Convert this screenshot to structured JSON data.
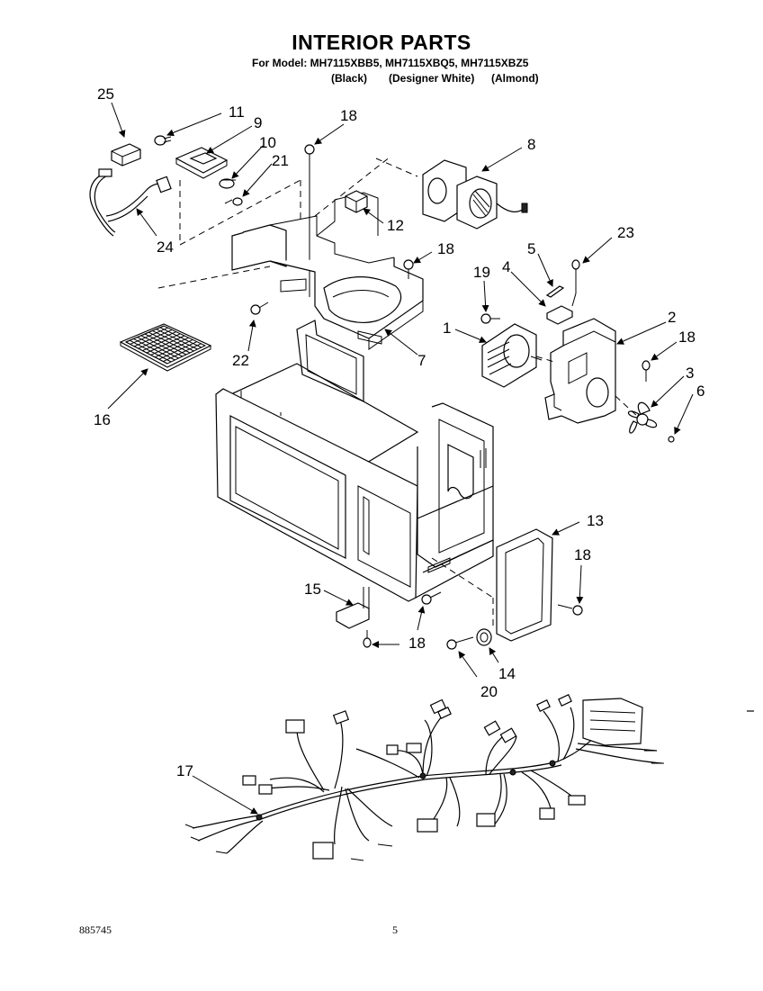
{
  "header": {
    "title": "INTERIOR PARTS",
    "models_line": "For Model: MH7115XBB5, MH7115XBQ5, MH7115XBZ5",
    "colors": [
      "(Black)",
      "(Designer White)",
      "(Almond)"
    ]
  },
  "footer": {
    "doc_number": "885745",
    "page_number": "5"
  },
  "callouts": [
    "1",
    "2",
    "3",
    "4",
    "5",
    "6",
    "7",
    "8",
    "9",
    "10",
    "11",
    "12",
    "13",
    "14",
    "15",
    "16",
    "17",
    "18",
    "19",
    "20",
    "21",
    "22",
    "23",
    "24",
    "25"
  ]
}
